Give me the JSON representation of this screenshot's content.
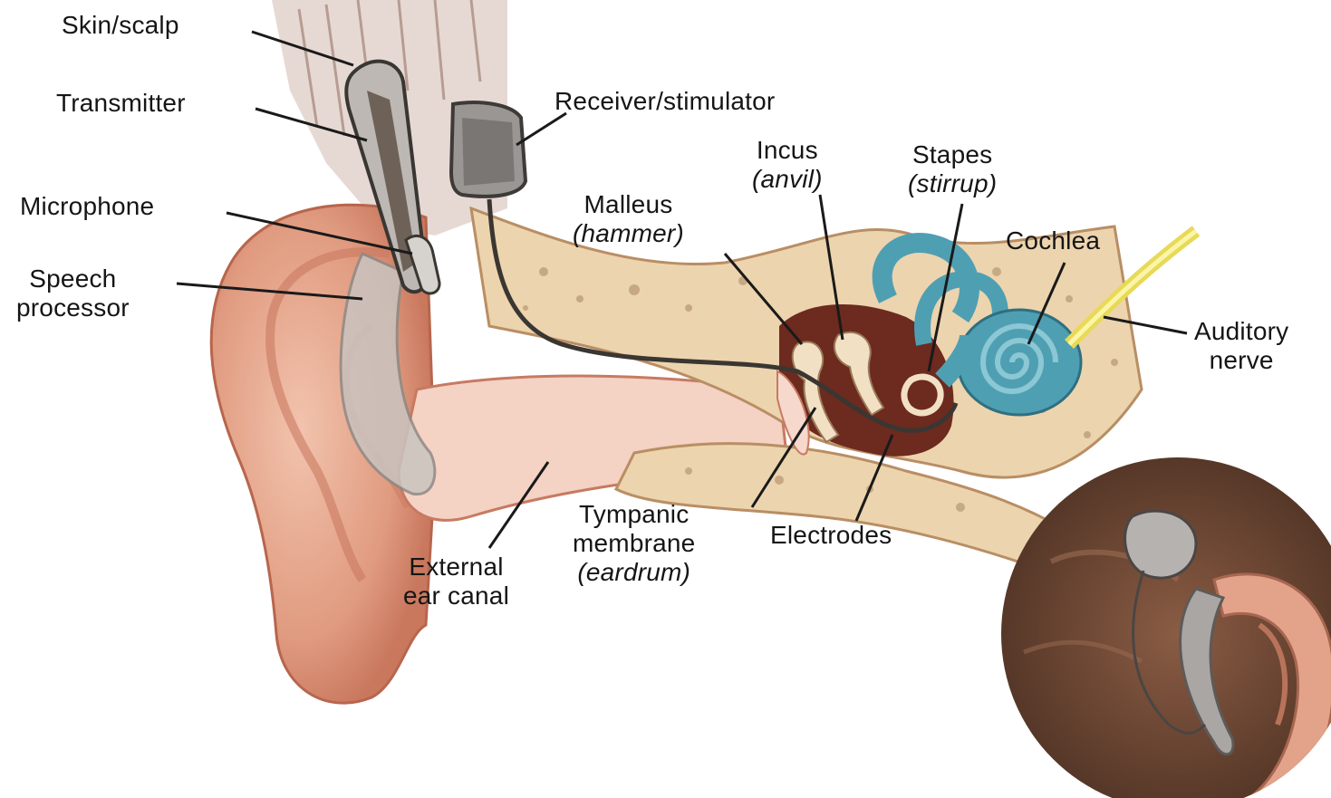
{
  "colors": {
    "bone": "#e9d3ad",
    "skin": "#e6a58e",
    "canal": "#f3cfc1",
    "cochlea": "#4f9fb3",
    "nerve": "#f2e76a",
    "device": "#8e8e8e",
    "inset_bg": "#6e4a38",
    "leader": "#1a1a1a"
  },
  "labels": {
    "skin_scalp": "Skin/scalp",
    "transmitter": "Transmitter",
    "microphone": "Microphone",
    "speech_1": "Speech",
    "speech_2": "processor",
    "receiver": "Receiver/stimulator",
    "incus": "Incus",
    "incus_sub": "(anvil)",
    "stapes": "Stapes",
    "stapes_sub": "(stirrup)",
    "malleus": "Malleus",
    "malleus_sub": "(hammer)",
    "cochlea": "Cochlea",
    "auditory_1": "Auditory",
    "auditory_2": "nerve",
    "tympanic_1": "Tympanic",
    "tympanic_2": "membrane",
    "tympanic_sub": "(eardrum)",
    "electrodes": "Electrodes",
    "external_1": "External",
    "external_2": "ear canal"
  }
}
